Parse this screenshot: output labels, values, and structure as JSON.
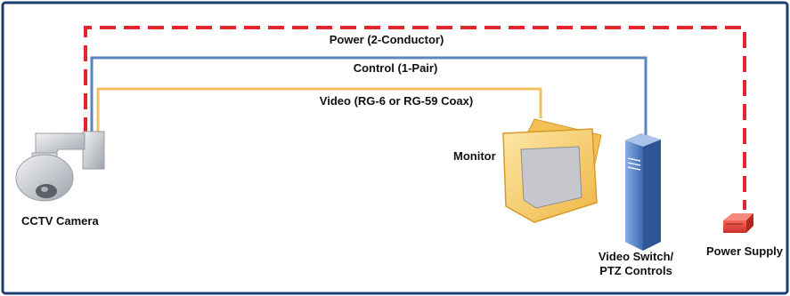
{
  "diagram": {
    "cables": {
      "power": "Power (2-Conductor)",
      "control": "Control (1-Pair)",
      "video": "Video (RG-6 or RG-59 Coax)"
    },
    "devices": {
      "camera": "CCTV Camera",
      "monitor": "Monitor",
      "switch_line1": "Video Switch/",
      "switch_line2": "PTZ Controls",
      "power_supply": "Power Supply"
    }
  },
  "colors": {
    "border": "#1b3f73",
    "power_cable": "#e3262d",
    "control_cable": "#5a84c2",
    "video_cable": "#f2c063",
    "monitor_body": "#f6cf6e",
    "switch_tower": "#5f86c8",
    "power_supply_box": "#e4473b",
    "camera": "#c9ccd2"
  }
}
